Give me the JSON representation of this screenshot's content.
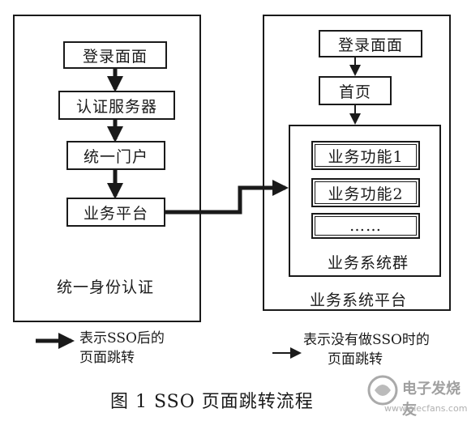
{
  "left_group": {
    "label": "统一身份认证",
    "nodes": [
      "登录面面",
      "认证服务器",
      "统一门户",
      "业务平台"
    ]
  },
  "right_group": {
    "label": "业务系统平台",
    "nodes": [
      "登录面面",
      "首页"
    ],
    "cluster": {
      "label": "业务系统群",
      "items": [
        "业务功能1",
        "业务功能2",
        "……"
      ]
    }
  },
  "legend": {
    "bold_arrow_line1": "表示SSO后的",
    "bold_arrow_line2": "页面跳转",
    "thin_arrow_line1": "表示没有做SSO时的",
    "thin_arrow_line2": "页面跳转"
  },
  "caption": "图 1   SSO 页面跳转流程",
  "watermark": {
    "text": "电子发烧友",
    "url": "www.elecfans.com"
  }
}
